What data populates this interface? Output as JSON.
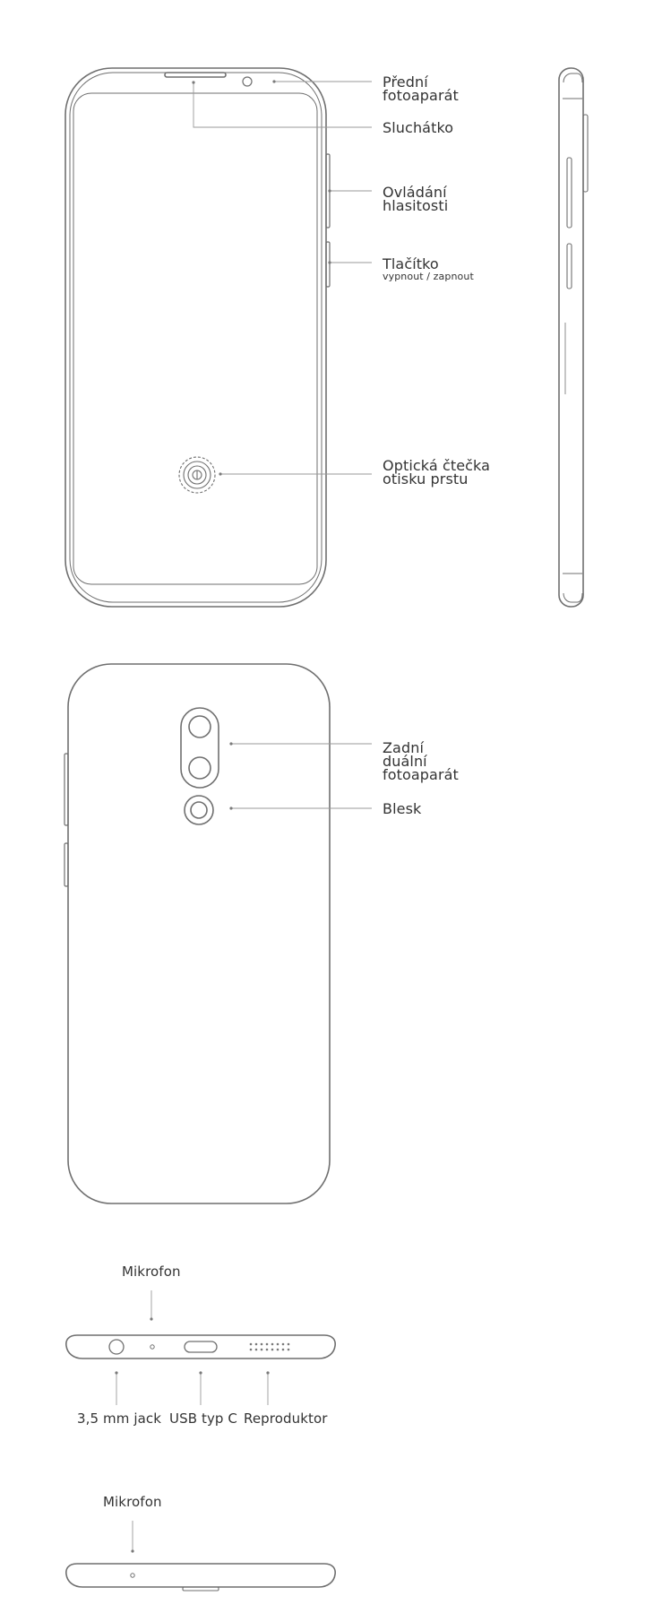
{
  "labels": {
    "front_camera": [
      "Přední",
      "fotoaparát"
    ],
    "earpiece": "Sluchátko",
    "volume": [
      "Ovládání",
      "hlasitosti"
    ],
    "power_title": "Tlačítko",
    "power_sub": "vypnout / zapnout",
    "fingerprint": [
      "Optická čtečka",
      "otisku prstu"
    ],
    "rear_camera": [
      "Zadní",
      "duální",
      "fotoaparát"
    ],
    "flash": "Blesk",
    "bottom_mic": "Mikrofon",
    "jack": "3,5 mm jack",
    "usb": "USB typ C",
    "speaker": "Reproduktor",
    "top_mic": "Mikrofon"
  },
  "colors": {
    "outline": "#6f6f6f",
    "leader": "#9a9a9a",
    "text": "#333333",
    "background": "#ffffff"
  }
}
